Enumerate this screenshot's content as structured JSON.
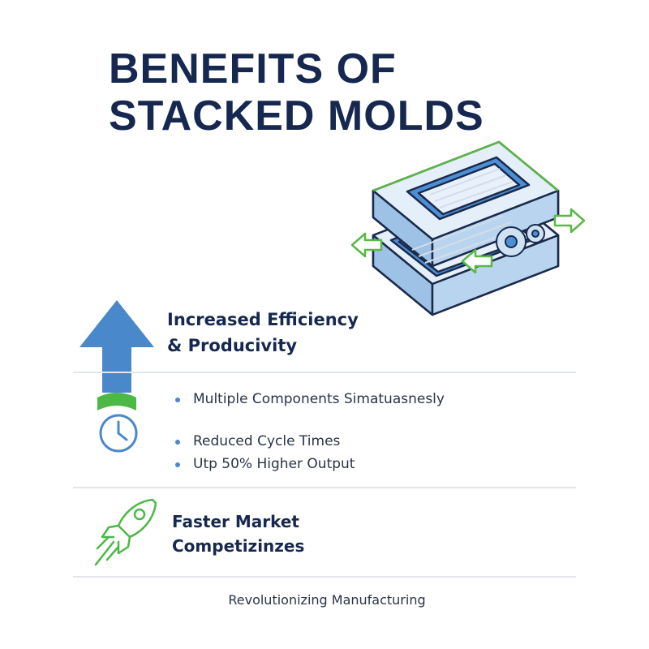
{
  "title": {
    "line1": "BENEFITS OF",
    "line2": "STACKED MOLDS"
  },
  "illustration": {
    "icon": "stacked-mold-icon",
    "colors": {
      "mold": "#b9d4ee",
      "cavity": "#4d8fd6",
      "outline": "#1a2a4a",
      "arrows": "#5ab846"
    }
  },
  "efficiency": {
    "icon": "up-arrow-clock-icon",
    "title_line1": "Increased Efficiency",
    "title_line2": "& Producivity",
    "bullets": [
      "Multiple Components Simatuasnesly",
      "Reduced Cycle Times",
      "Utp 50% Higher Output"
    ]
  },
  "market": {
    "icon": "rocket-icon",
    "title_line1": "Faster Market",
    "title_line2": "Competizinzes"
  },
  "footer": {
    "text": "Revolutionizing Manufacturing"
  },
  "colors": {
    "title": "#16284f",
    "accent_blue": "#4a88cc",
    "accent_green": "#4cb846",
    "divider": "#e3e6ea"
  }
}
